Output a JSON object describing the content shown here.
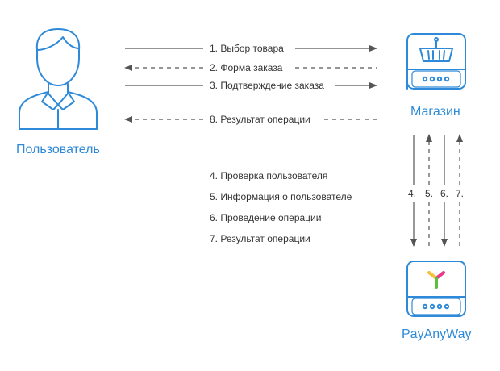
{
  "actors": {
    "user": "Пользователь",
    "shop": "Магазин",
    "gateway": "PayAnyWay"
  },
  "top_messages": [
    {
      "text": "1.  Выбор товара",
      "style": "solid",
      "direction": "right"
    },
    {
      "text": "2.  Форма заказа",
      "style": "dashed",
      "direction": "left"
    },
    {
      "text": "3.  Подтверждение заказа",
      "style": "solid",
      "direction": "right"
    },
    {
      "text": "8.  Результат операции",
      "style": "dashed",
      "direction": "left"
    }
  ],
  "steps": [
    "4.  Проверка пользователя",
    "5.  Информация о пользователе",
    "6.  Проведение операции",
    "7.  Результат операции"
  ],
  "vertical_numbers": [
    "4.",
    "5.",
    "6.",
    "7."
  ],
  "colors": {
    "accent": "#2e8ad8",
    "arrow": "#555555",
    "text": "#333333",
    "logo_yellow": "#f6c13a",
    "logo_pink": "#e9398a",
    "logo_green": "#5cbf3c"
  },
  "icons": {
    "user": "user-icon",
    "shop": "shop-server-icon",
    "gateway": "payanyway-server-icon"
  }
}
